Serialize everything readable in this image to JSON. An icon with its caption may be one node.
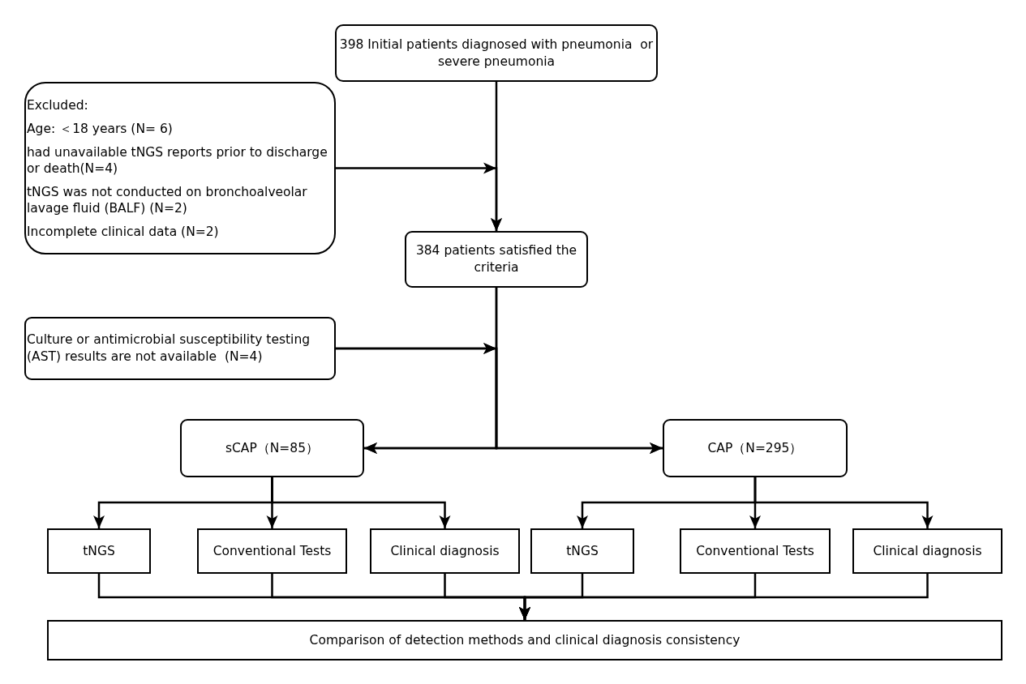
{
  "diagram": {
    "nodes": [
      {
        "text": [
          "398 Initial patients diagnosed with pneumonia  or severe pneumonia"
        ]
      },
      {
        "text": [
          "Excluded:",
          "Age: ＜18 years (N= 6)",
          "had unavailable tNGS reports prior to discharge or death(N=4)",
          "tNGS was not conducted on bronchoalveolar lavage fluid (BALF) (N=2)",
          "Incomplete clinical data (N=2)"
        ]
      },
      {
        "text": [
          "384 patients satisfied the criteria"
        ]
      },
      {
        "text": [
          "Culture or antimicrobial susceptibility testing (AST) results are not available  (N=4)"
        ]
      },
      {
        "text": [
          "sCAP（N=85）"
        ]
      },
      {
        "text": [
          "CAP（N=295）"
        ]
      },
      {
        "text": [
          "tNGS"
        ]
      },
      {
        "text": [
          "Conventional Tests"
        ]
      },
      {
        "text": [
          "Clinical diagnosis"
        ]
      },
      {
        "text": [
          "tNGS"
        ]
      },
      {
        "text": [
          "Conventional Tests"
        ]
      },
      {
        "text": [
          "Clinical diagnosis"
        ]
      },
      {
        "text": [
          "Comparison of detection methods and clinical diagnosis consistency"
        ]
      }
    ],
    "edges": [
      {
        "from": 0,
        "to": 2,
        "arrow": "to"
      },
      {
        "from": 1,
        "to": 2,
        "arrow": "to"
      },
      {
        "from": 2,
        "to": 4,
        "arrow": "to"
      },
      {
        "from": 2,
        "to": 5,
        "arrow": "to"
      },
      {
        "from": 3,
        "to": 4,
        "arrow": "to"
      },
      {
        "from": 3,
        "to": 5,
        "arrow": "to"
      },
      {
        "from": 4,
        "to": 6,
        "arrow": "to"
      },
      {
        "from": 4,
        "to": 7,
        "arrow": "to"
      },
      {
        "from": 4,
        "to": 8,
        "arrow": "to"
      },
      {
        "from": 5,
        "to": 9,
        "arrow": "to"
      },
      {
        "from": 5,
        "to": 10,
        "arrow": "to"
      },
      {
        "from": 5,
        "to": 11,
        "arrow": "to"
      },
      {
        "from": 6,
        "to": 12,
        "arrow": "to"
      },
      {
        "from": 7,
        "to": 12,
        "arrow": "to"
      },
      {
        "from": 8,
        "to": 12,
        "arrow": "to"
      },
      {
        "from": 9,
        "to": 12,
        "arrow": "to"
      },
      {
        "from": 10,
        "to": 12,
        "arrow": "to"
      },
      {
        "from": 11,
        "to": 12,
        "arrow": "to"
      }
    ]
  }
}
